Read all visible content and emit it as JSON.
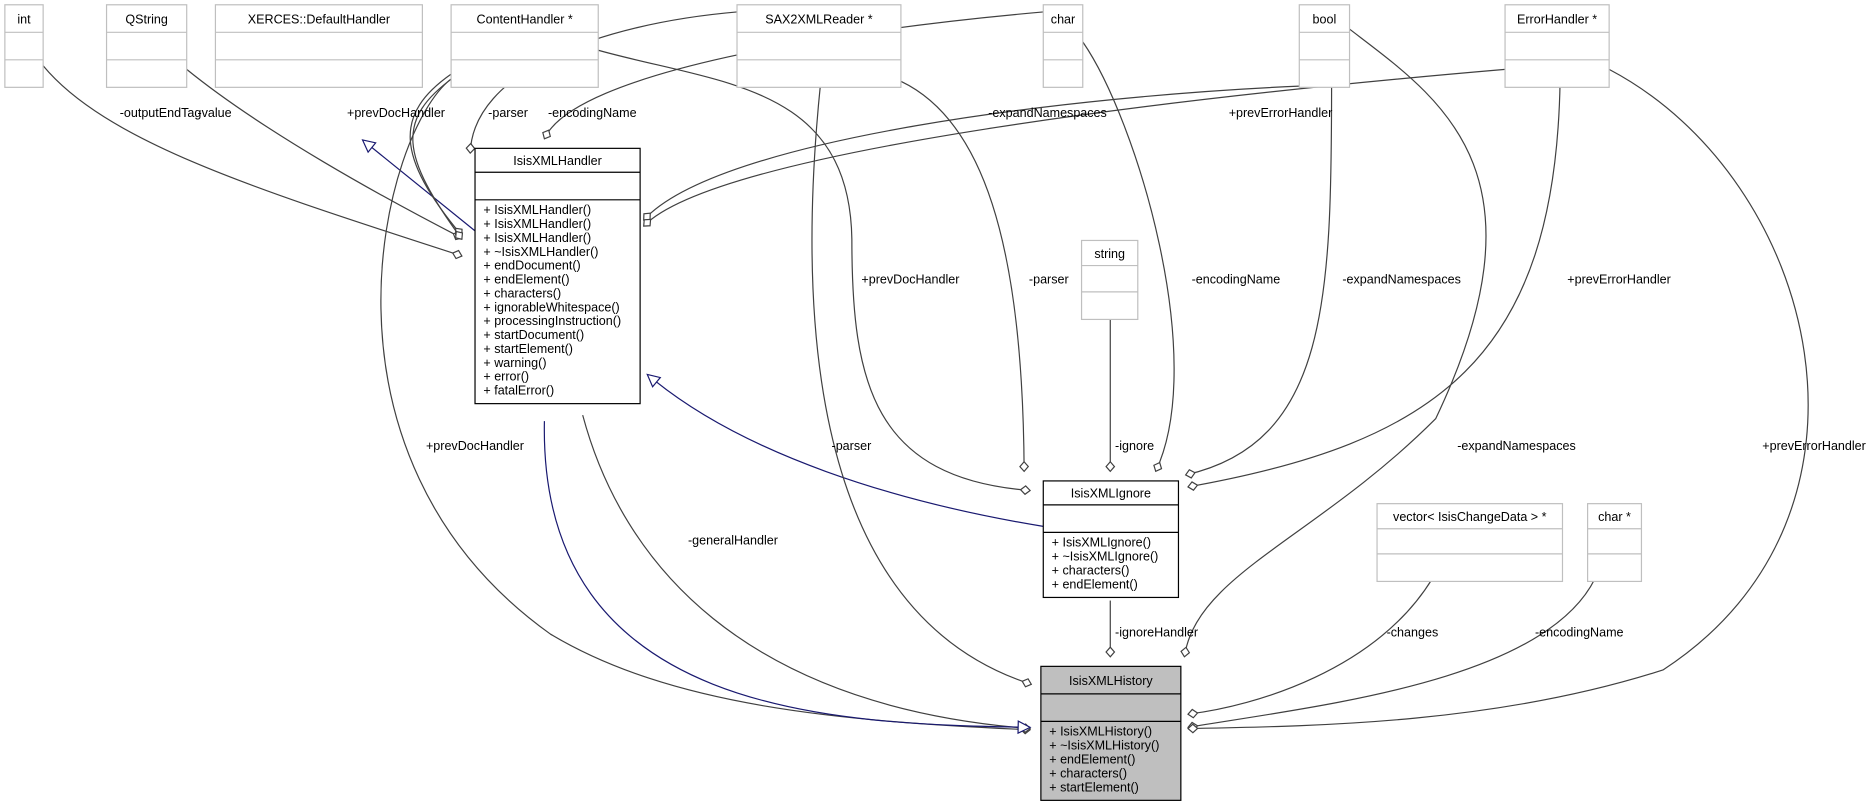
{
  "classes": {
    "int": {
      "name": "int",
      "methods": []
    },
    "qstring": {
      "name": "QString",
      "methods": []
    },
    "xerces": {
      "name": "XERCES::DefaultHandler",
      "methods": []
    },
    "contenthandler": {
      "name": "ContentHandler *",
      "methods": []
    },
    "sax2": {
      "name": "SAX2XMLReader *",
      "methods": []
    },
    "char": {
      "name": "char",
      "methods": []
    },
    "bool": {
      "name": "bool",
      "methods": []
    },
    "errorhandler": {
      "name": "ErrorHandler *",
      "methods": []
    },
    "string": {
      "name": "string",
      "methods": []
    },
    "vector": {
      "name": "vector< IsisChangeData > *",
      "methods": []
    },
    "charptr": {
      "name": "char *",
      "methods": []
    },
    "handler": {
      "name": "IsisXMLHandler",
      "methods": [
        "+ IsisXMLHandler()",
        "+ IsisXMLHandler()",
        "+ IsisXMLHandler()",
        "+ ~IsisXMLHandler()",
        "+ endDocument()",
        "+ endElement()",
        "+ characters()",
        "+ ignorableWhitespace()",
        "+ processingInstruction()",
        "+ startDocument()",
        "+ startElement()",
        "+ warning()",
        "+ error()",
        "+ fatalError()"
      ]
    },
    "ignore": {
      "name": "IsisXMLIgnore",
      "methods": [
        "+ IsisXMLIgnore()",
        "+ ~IsisXMLIgnore()",
        "+ characters()",
        "+ endElement()"
      ]
    },
    "history": {
      "name": "IsisXMLHistory",
      "methods": [
        "+ IsisXMLHistory()",
        "+ ~IsisXMLHistory()",
        "+ endElement()",
        "+ characters()",
        "+ startElement()"
      ]
    }
  },
  "edge_labels": [
    "-outputEndTag",
    "-value",
    "+prevDocHandler",
    "-parser",
    "-encodingName",
    "-expandNamespaces",
    "+prevErrorHandler",
    "+prevDocHandler",
    "-parser",
    "-encodingName",
    "-expandNamespaces",
    "+prevErrorHandler",
    "-ignore",
    "-expandNamespaces",
    "+prevErrorHandler",
    "+prevDocHandler",
    "-parser",
    "-generalHandler",
    "-ignoreHandler",
    "-changes",
    "-encodingName"
  ],
  "colors": {
    "inheritance": "#191970",
    "association": "#404040",
    "focus_fill": "#bfbfbf",
    "external_border": "#bfbfbf"
  }
}
